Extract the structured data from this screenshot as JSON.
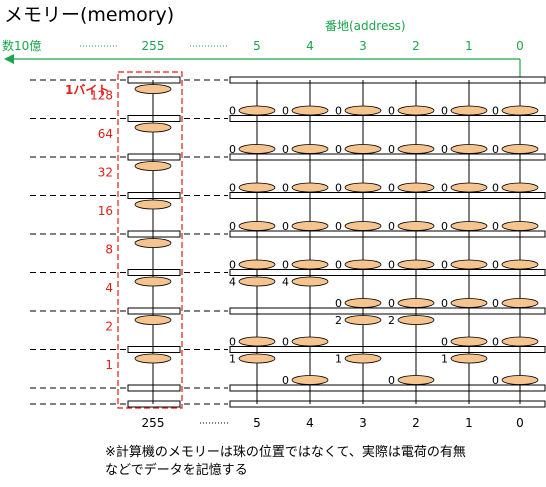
{
  "title": "メモリー(memory)",
  "address_label": "番地(address)",
  "left_count": "数10億",
  "byte_label": "1バイト",
  "address_columns": [
    "255",
    "5",
    "4",
    "3",
    "2",
    "1",
    "0"
  ],
  "bit_weights": [
    "128",
    "64",
    "32",
    "16",
    "8",
    "4",
    "2",
    "1"
  ],
  "memory_values": [
    {
      "address": "5",
      "bits": [
        "0",
        "0",
        "0",
        "0",
        "0",
        "4",
        "0",
        "1"
      ]
    },
    {
      "address": "4",
      "bits": [
        "0",
        "0",
        "0",
        "0",
        "0",
        "4",
        "0",
        "0"
      ]
    },
    {
      "address": "3",
      "bits": [
        "0",
        "0",
        "0",
        "0",
        "0",
        "0",
        "2",
        "1"
      ]
    },
    {
      "address": "2",
      "bits": [
        "0",
        "0",
        "0",
        "0",
        "0",
        "0",
        "2",
        "0"
      ]
    },
    {
      "address": "1",
      "bits": [
        "0",
        "0",
        "0",
        "0",
        "0",
        "0",
        "0",
        "1"
      ]
    },
    {
      "address": "0",
      "bits": [
        "0",
        "0",
        "0",
        "0",
        "0",
        "0",
        "0",
        "0"
      ]
    }
  ],
  "note_line1": "※計算機のメモリーは珠の位置ではなくて、実際は電荷の有無",
  "note_line2": "などでデータを記憶する",
  "colors": {
    "accent": "#1aa64a",
    "red": "#e31c1c",
    "bead": "#f6c48e",
    "line": "#000000"
  }
}
